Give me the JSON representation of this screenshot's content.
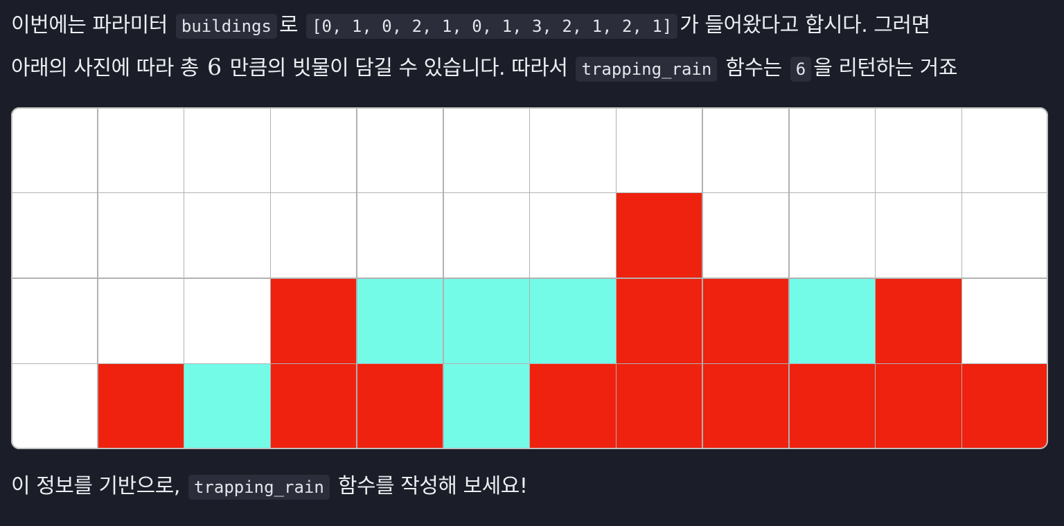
{
  "intro": {
    "line1": {
      "t1": "이번에는 파라미터",
      "code1": "buildings",
      "t2": "로",
      "code2": "[0, 1, 0, 2, 1, 0, 1, 3, 2, 1, 2, 1]",
      "t3": "가 들어왔다고 합시다. 그러면"
    },
    "line2": {
      "t1": "아래의 사진에 따라 총",
      "math": "6",
      "t2": "만큼의 빗물이 담길 수 있습니다. 따라서",
      "code1": "trapping_rain",
      "t3": "함수는",
      "code2": "6",
      "t4": "을 리턴하는 거죠"
    }
  },
  "outro": {
    "t1": "이 정보를 기반으로,",
    "code1": "trapping_rain",
    "t2": "함수를 작성해 보세요!"
  },
  "figure": {
    "buildings": [
      0,
      1,
      0,
      2,
      1,
      0,
      1,
      3,
      2,
      1,
      2,
      1
    ],
    "rows": 4,
    "total_water": 6,
    "colors": {
      "building": "#ee220e",
      "water": "#74fbe8",
      "empty": "#ffffff",
      "grid_line": "#b1b1b1"
    }
  }
}
